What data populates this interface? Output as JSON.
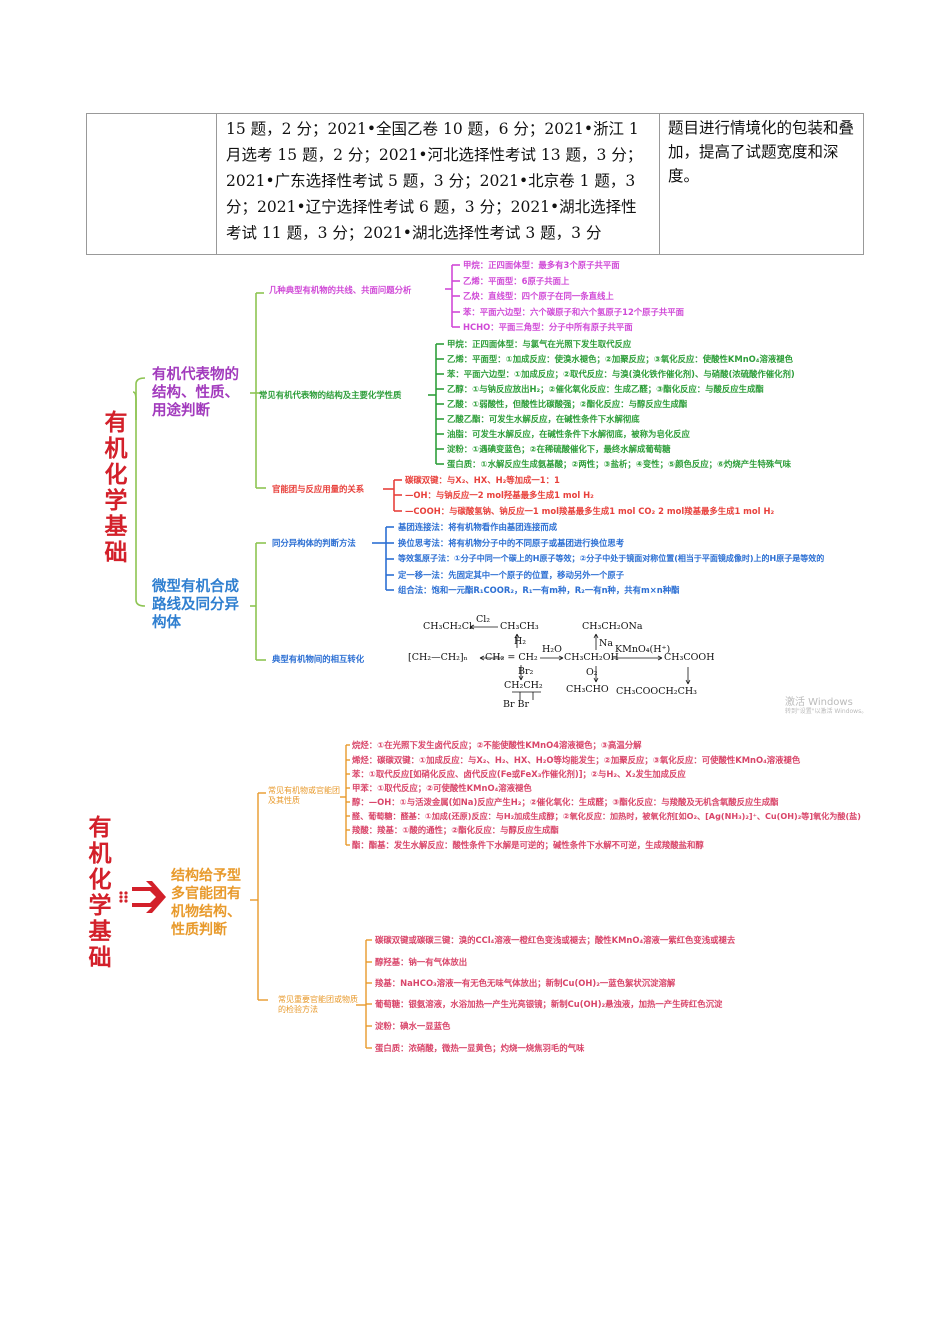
{
  "table": {
    "middle_text": "15 题，2 分；2021•全国乙卷 10 题，6 分；2021•浙江 1 月选考 15 题，2 分；2021•河北选择性考试 13 题，3 分；2021•广东选择性考试 5 题，3 分；2021•北京卷 1 题，3 分；2021•辽宁选择性考试 6 题，3 分；2021•湖北选择性考试 11 题，3 分；2021•湖北选择性考试 3 题，3 分",
    "right_text": "题目进行情境化的包装和叠加，提高了试题宽度和深度。"
  },
  "map1": {
    "root": "有机化学基础",
    "branch1": "有机代表物的结构、性质、用途判断",
    "branch2": "微型有机合成路线及同分异构体",
    "sub_coplanar": "几种典型有机物的共线、共面问题分析",
    "coplanar_items": [
      "甲烷：正四面体型：最多有3个原子共平面",
      "乙烯：平面型：6原子共面上",
      "乙炔：直线型：四个原子在同一条直线上",
      "苯：平面六边型：六个碳原子和六个氢原子12个原子共平面",
      "HCHO：平面三角型：分子中所有原子共平面"
    ],
    "sub_props": "常见有机代表物的结构及主要化学性质",
    "props_items": [
      "甲烷：正四面体型：与氯气在光照下发生取代反应",
      "乙烯：平面型：①加成反应：使溴水褪色；②加聚反应；③氧化反应：使酸性KMnO₄溶液褪色",
      "苯：平面六边型：①加成反应；②取代反应：与溴(溴化铁作催化剂)、与硝酸(浓硫酸作催化剂)",
      "乙醇：①与钠反应放出H₂；②催化氧化反应：生成乙醛；③酯化反应：与酸反应生成酯",
      "乙酸：①弱酸性，但酸性比碳酸强；②酯化反应：与醇反应生成酯",
      "乙酸乙酯：可发生水解反应，在碱性条件下水解彻底",
      "油脂：可发生水解反应，在碱性条件下水解彻底，被称为皂化反应",
      "淀粉：①遇碘变蓝色；②在稀硫酸催化下，最终水解成葡萄糖",
      "蛋白质：①水解反应生成氨基酸；②两性；③盐析；④变性；⑤颜色反应；⑥灼烧产生特殊气味"
    ],
    "sub_groups": "官能团与反应用量的关系",
    "groups_items": [
      "碳碳双键：与X₂、HX、H₂等加成一1：1",
      "—OH：与钠反应一2 mol羟基最多生成1 mol H₂",
      "—COOH：与碳酸氢钠、钠反应一1 mol羧基最多生成1 mol CO₂ 2 mol羧基最多生成1 mol H₂"
    ],
    "sub_isomer": "同分异构体的判断方法",
    "isomer_items": [
      "基团连接法：将有机物看作由基团连接而成",
      "换位思考法：将有机物分子中的不同原子或基团进行换位思考",
      "等效氢原子法：①分子中同一个碳上的H原子等效；②分子中处于镜面对称位置(相当于平面镜成像时)上的H原子是等效的",
      "定一移一法：先固定其中一个原子的位置，移动另外一个原子",
      "组合法：饱和一元酯R₁COOR₂，R₁一有m种，R₂一有n种，共有m×n种酯"
    ],
    "sub_transform": "典型有机物间的相互转化"
  },
  "chem": {
    "c1": "CH₃CH₂Cl",
    "c2": "Cl₂",
    "c3": "CH₃CH₃",
    "c4": "H₂",
    "c5": "CH₃CH₂ONa",
    "c6": "Na",
    "c7": "[CH₂—CH₂]ₙ",
    "c8": "CH₂ = CH₂",
    "c9": "H₂O",
    "c10": "CH₃CH₂OH",
    "c11": "KMnO₄(H⁺)",
    "c12": "CH₃COOH",
    "c13": "Br₂",
    "c14": "O₂",
    "c15": "CH₂CH₂",
    "c16": "Br  Br",
    "c17": "CH₃CHO",
    "c18": "CH₃COOCH₂CH₃"
  },
  "watermark": {
    "line1": "激活 Windows",
    "line2": "转到\"设置\"以激活 Windows。"
  },
  "map2": {
    "root": "有机化学基础",
    "center": "结构给予型多官能团有机物结构、性质判断",
    "sub_common": "常见有机物或官能团及其性质",
    "common_items": [
      "烷烃：①在光照下发生卤代反应；②不能使酸性KMnO4溶液褪色；③高温分解",
      "烯烃：碳碳双键：①加成反应：与X₂、H₂、HX、H₂O等均能发生；②加聚反应；③氧化反应：可使酸性KMnO₄溶液褪色",
      "苯：①取代反应[如硝化反应、卤代反应(Fe或FeX₃作催化剂)]；②与H₂、X₂发生加成反应",
      "甲苯：①取代反应；②可使酸性KMnO₄溶液褪色",
      "醇：—OH：①与活泼金属(如Na)反应产生H₂；②催化氧化：生成醛；③酯化反应：与羧酸及无机含氧酸反应生成酯",
      "醛、葡萄糖：醛基：①加成(还原)反应：与H₂加成生成醇；②氧化反应：加热时，被氧化剂[如O₂、[Ag(NH₃)₂]⁺、Cu(OH)₂等]氧化为酸(盐)",
      "羧酸：羧基：①酸的通性；②酯化反应：与醇反应生成酯",
      "酯：酯基：发生水解反应：酸性条件下水解是可逆的；碱性条件下水解不可逆，生成羧酸盐和醇"
    ],
    "sub_detect": "常见重要官能团或物质的检验方法",
    "detect_items": [
      "碳碳双键或碳碳三键：溴的CCl₄溶液一橙红色变浅或褪去；酸性KMnO₄溶液一紫红色变浅或褪去",
      "醇羟基：钠一有气体放出",
      "羧基：NaHCO₃溶液一有无色无味气体放出；新制Cu(OH)₂一蓝色絮状沉淀溶解",
      "葡萄糖：银氨溶液，水浴加热一产生光亮银镜；新制Cu(OH)₂悬浊液，加热一产生砖红色沉淀",
      "淀粉：碘水一显蓝色",
      "蛋白质：浓硝酸，微热一显黄色；灼烧一烧焦羽毛的气味"
    ]
  },
  "colors": {
    "root_red": "#d3202a",
    "branch_purple": "#a23bbd",
    "branch_blue": "#2f7fd0",
    "line_green": "#8dc452",
    "coplanar_pink": "#d04ad7",
    "props_green": "#2e9e3a",
    "groups_red": "#e8413c",
    "isomer_blue": "#2c6fd3",
    "map2_orange": "#e89a2c",
    "map2_text": "#d9466a"
  }
}
